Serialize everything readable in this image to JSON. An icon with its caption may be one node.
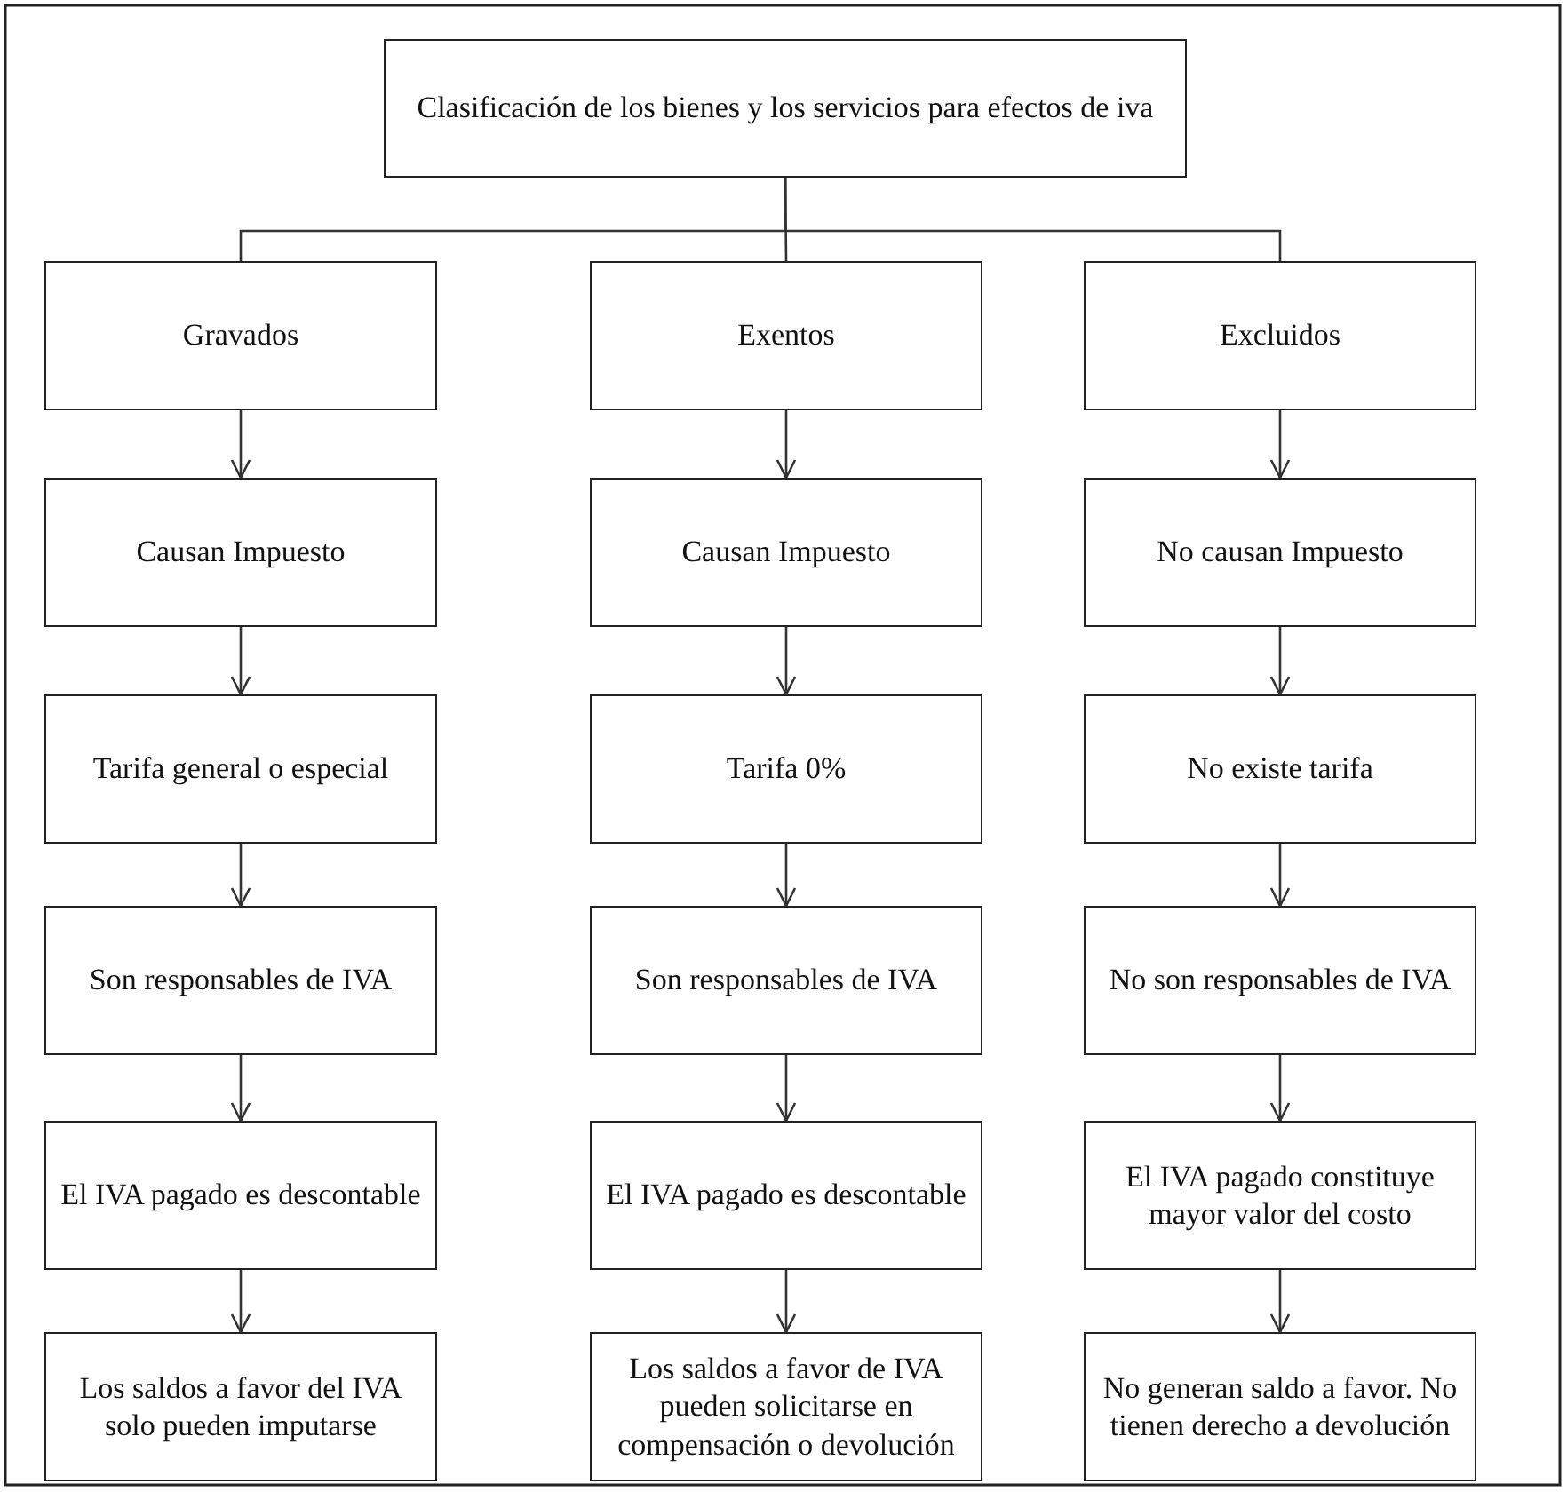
{
  "diagram": {
    "nodes": [
      {
        "text": [
          "Clasificación de los bienes y los servicios para efectos de iva"
        ]
      },
      {
        "text": [
          "Gravados"
        ]
      },
      {
        "text": [
          "Exentos"
        ]
      },
      {
        "text": [
          "Excluidos"
        ]
      },
      {
        "text": [
          "Causan Impuesto"
        ]
      },
      {
        "text": [
          "Causan Impuesto"
        ]
      },
      {
        "text": [
          "No causan Impuesto"
        ]
      },
      {
        "text": [
          "Tarifa general o especial"
        ]
      },
      {
        "text": [
          "Tarifa 0%"
        ]
      },
      {
        "text": [
          "No existe tarifa"
        ]
      },
      {
        "text": [
          "Son responsables de IVA"
        ]
      },
      {
        "text": [
          "Son responsables de IVA"
        ]
      },
      {
        "text": [
          "No son responsables de IVA"
        ]
      },
      {
        "text": [
          "El IVA pagado es descontable"
        ]
      },
      {
        "text": [
          "El IVA pagado es descontable"
        ]
      },
      {
        "text": [
          "El IVA pagado constituye mayor valor del costo"
        ]
      },
      {
        "text": [
          "Los saldos a favor del IVA solo pueden imputarse"
        ]
      },
      {
        "text": [
          "Los saldos a favor de IVA pueden solicitarse en compensación o devolución"
        ]
      },
      {
        "text": [
          "No generan saldo a favor. No tienen derecho a devolución"
        ]
      }
    ],
    "edges": [
      {
        "from": 0,
        "to": 1,
        "arrow": "none"
      },
      {
        "from": 0,
        "to": 2,
        "arrow": "none"
      },
      {
        "from": 0,
        "to": 3,
        "arrow": "none"
      },
      {
        "from": 1,
        "to": 4,
        "arrow": "to"
      },
      {
        "from": 2,
        "to": 5,
        "arrow": "to"
      },
      {
        "from": 3,
        "to": 6,
        "arrow": "to"
      },
      {
        "from": 4,
        "to": 7,
        "arrow": "to"
      },
      {
        "from": 5,
        "to": 8,
        "arrow": "to"
      },
      {
        "from": 6,
        "to": 9,
        "arrow": "to"
      },
      {
        "from": 7,
        "to": 10,
        "arrow": "to"
      },
      {
        "from": 8,
        "to": 11,
        "arrow": "to"
      },
      {
        "from": 9,
        "to": 12,
        "arrow": "to"
      },
      {
        "from": 10,
        "to": 13,
        "arrow": "to"
      },
      {
        "from": 11,
        "to": 14,
        "arrow": "to"
      },
      {
        "from": 12,
        "to": 15,
        "arrow": "to"
      },
      {
        "from": 13,
        "to": 16,
        "arrow": "to"
      },
      {
        "from": 14,
        "to": 17,
        "arrow": "to"
      },
      {
        "from": 15,
        "to": 18,
        "arrow": "to"
      }
    ]
  }
}
